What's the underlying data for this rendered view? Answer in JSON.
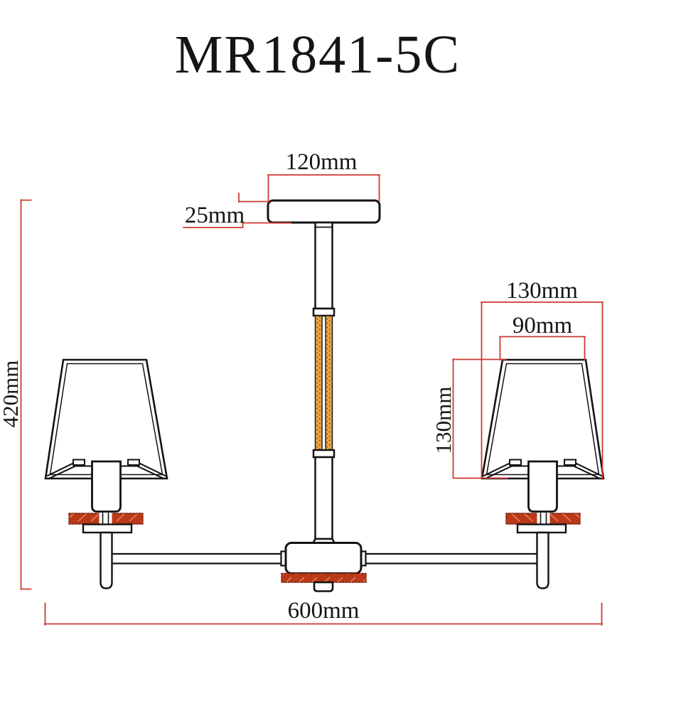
{
  "title": "MR1841-5C",
  "colors": {
    "line": "#131313",
    "dim": "#cc3a30",
    "rope": "#e8a648",
    "rope-dot": "#7e4f12",
    "wood": "#bb3917",
    "wood-hatch": "#e58a66",
    "wood-border": "#7c2410"
  },
  "dimensions": {
    "canopy_width": "120mm",
    "canopy_height": "25mm",
    "total_height": "420mm",
    "shade_bottom_width": "130mm",
    "shade_top_width": "90mm",
    "shade_height": "130mm",
    "total_width": "600mm"
  }
}
